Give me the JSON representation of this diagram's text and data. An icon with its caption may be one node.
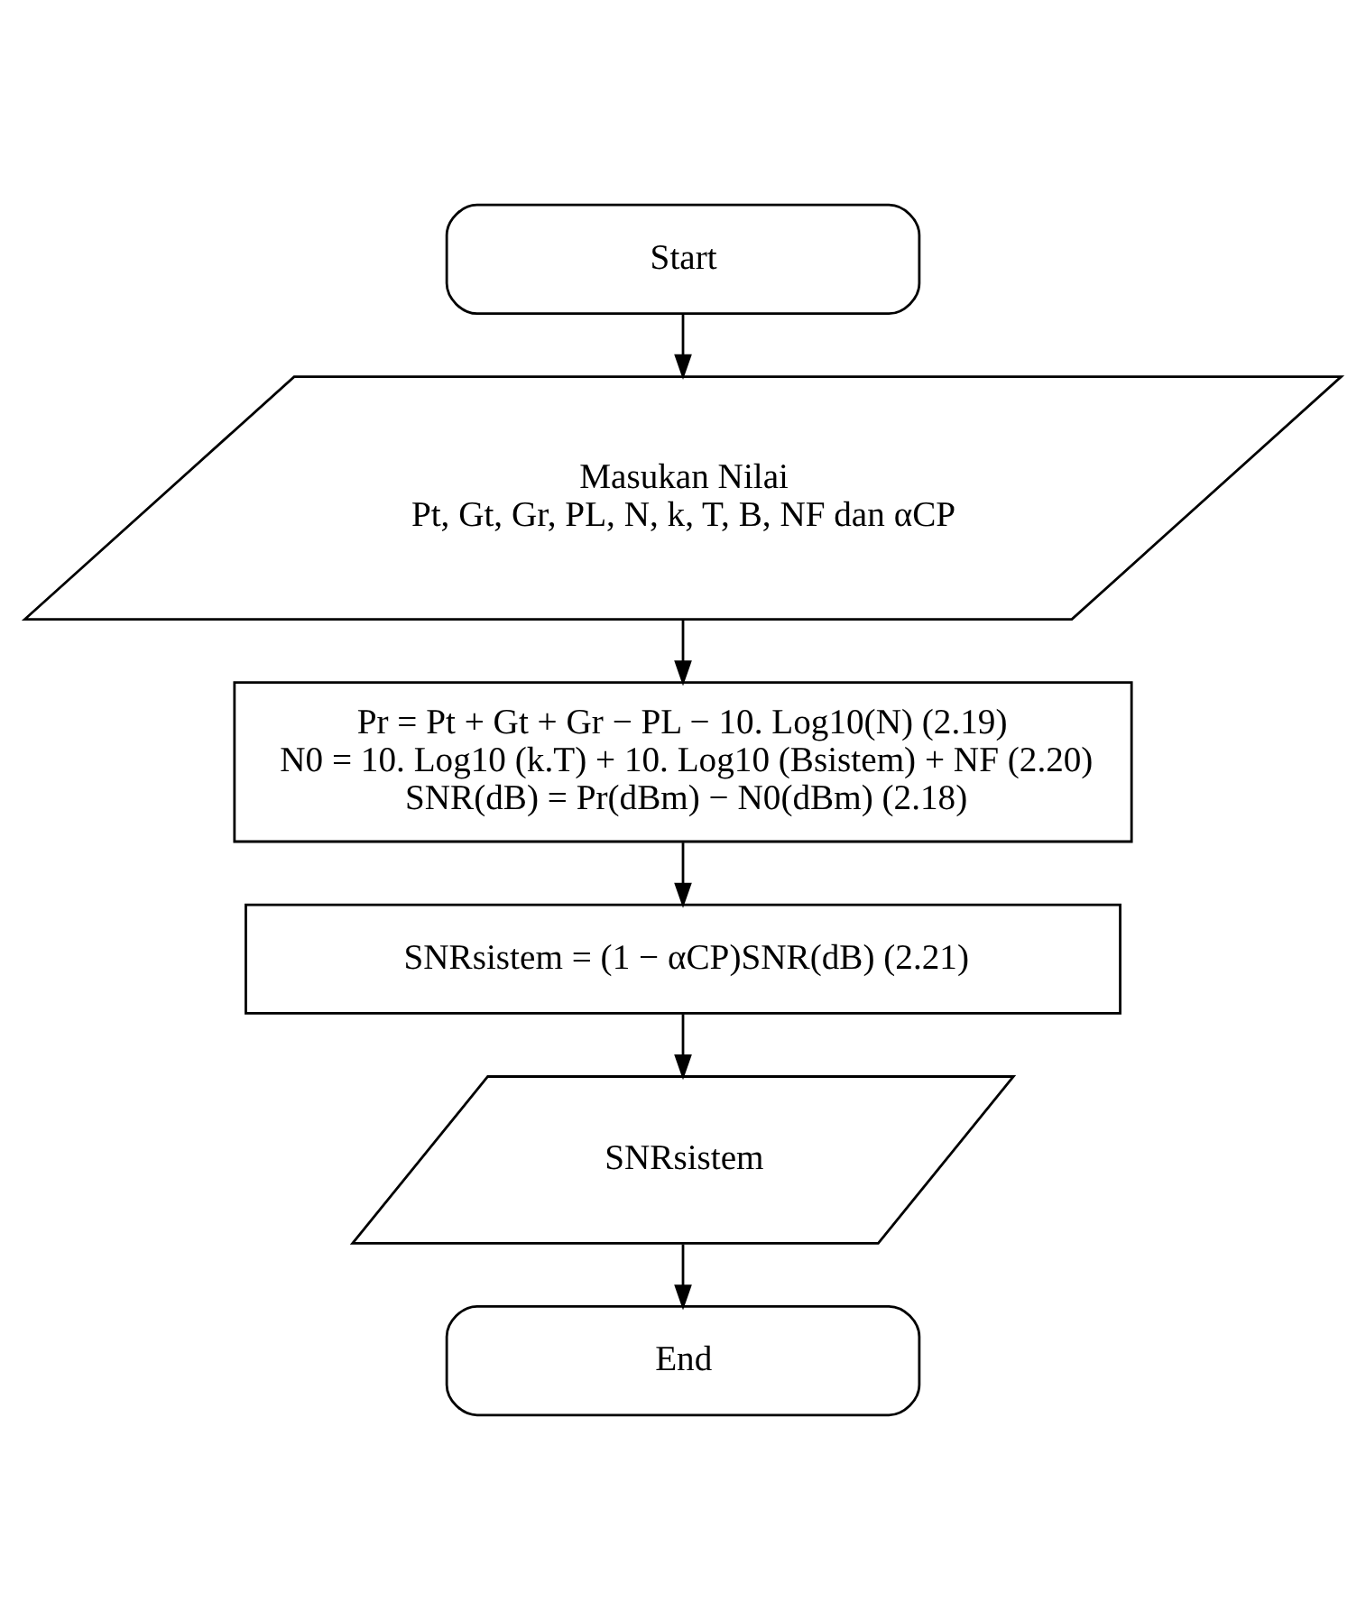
{
  "diagram": {
    "nodes": [
      {
        "text": [
          "Start"
        ]
      },
      {
        "text": [
          "Masukan Nilai",
          "Pt, Gt, Gr, PL, N, k, T, B, NF dan αCP"
        ]
      },
      {
        "text": [
          "Pr = Pt + Gt + Gr − PL − 10. Log10(N) (2.19)",
          "N0 = 10. Log10 (k.T) + 10. Log10 (Bsistem) + NF (2.20)",
          "SNR(dB) = Pr(dBm) − N0(dBm) (2.18)"
        ]
      },
      {
        "text": [
          "SNRsistem = (1 − αCP)SNR(dB) (2.21)"
        ]
      },
      {
        "text": [
          "SNRsistem"
        ]
      },
      {
        "text": [
          "End"
        ]
      }
    ],
    "edges": [
      {
        "from": 0,
        "to": 1,
        "arrow": "to"
      },
      {
        "from": 1,
        "to": 2,
        "arrow": "to"
      },
      {
        "from": 2,
        "to": 3,
        "arrow": "to"
      },
      {
        "from": 3,
        "to": 4,
        "arrow": "to"
      },
      {
        "from": 4,
        "to": 5,
        "arrow": "to"
      }
    ]
  }
}
